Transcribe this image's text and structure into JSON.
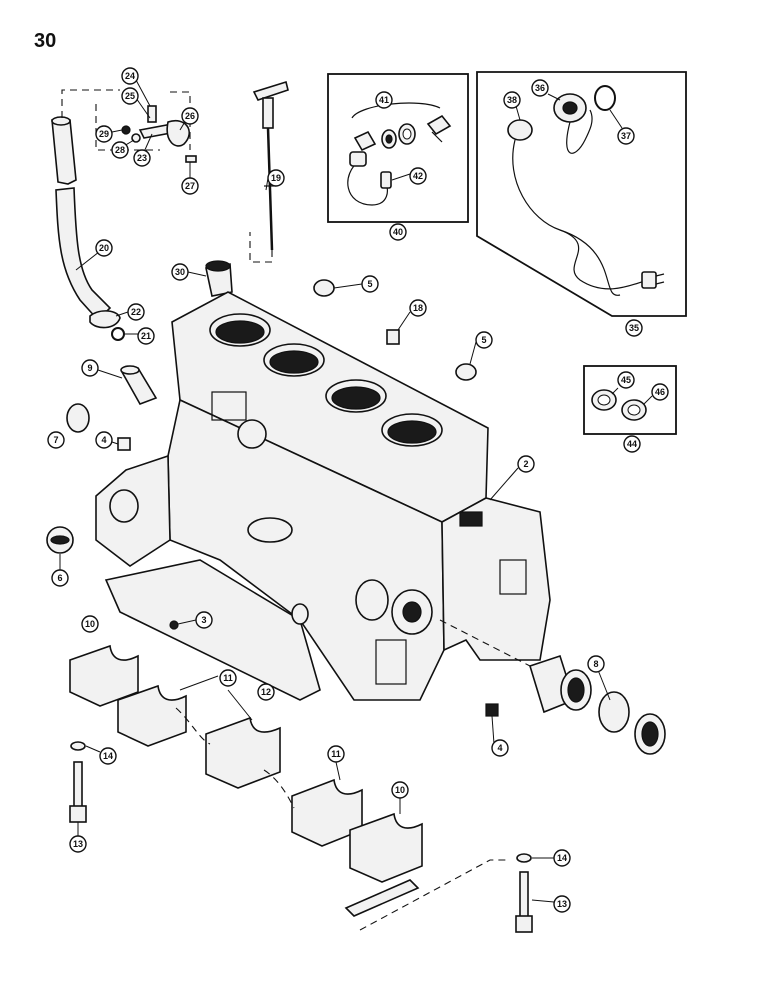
{
  "page": {
    "number": "30"
  },
  "callouts": [
    {
      "id": "c24",
      "label": "24"
    },
    {
      "id": "c25",
      "label": "25"
    },
    {
      "id": "c26",
      "label": "26"
    },
    {
      "id": "c29",
      "label": "29"
    },
    {
      "id": "c28",
      "label": "28"
    },
    {
      "id": "c23",
      "label": "23"
    },
    {
      "id": "c27",
      "label": "27"
    },
    {
      "id": "c19",
      "label": "19"
    },
    {
      "id": "c20",
      "label": "20"
    },
    {
      "id": "c22",
      "label": "22"
    },
    {
      "id": "c21",
      "label": "21"
    },
    {
      "id": "c30",
      "label": "30"
    },
    {
      "id": "c41",
      "label": "41"
    },
    {
      "id": "c42",
      "label": "42"
    },
    {
      "id": "c40",
      "label": "40"
    },
    {
      "id": "c38",
      "label": "38"
    },
    {
      "id": "c36",
      "label": "36"
    },
    {
      "id": "c37",
      "label": "37"
    },
    {
      "id": "c35",
      "label": "35"
    },
    {
      "id": "c5a",
      "label": "5"
    },
    {
      "id": "c18",
      "label": "18"
    },
    {
      "id": "c5b",
      "label": "5"
    },
    {
      "id": "c9",
      "label": "9"
    },
    {
      "id": "c7",
      "label": "7"
    },
    {
      "id": "c4a",
      "label": "4"
    },
    {
      "id": "c45",
      "label": "45"
    },
    {
      "id": "c46",
      "label": "46"
    },
    {
      "id": "c44",
      "label": "44"
    },
    {
      "id": "c2",
      "label": "2"
    },
    {
      "id": "c6",
      "label": "6"
    },
    {
      "id": "c3",
      "label": "3"
    },
    {
      "id": "c8",
      "label": "8"
    },
    {
      "id": "c10a",
      "label": "10"
    },
    {
      "id": "c11a",
      "label": "11"
    },
    {
      "id": "c12",
      "label": "12"
    },
    {
      "id": "c14a",
      "label": "14"
    },
    {
      "id": "c4b",
      "label": "4"
    },
    {
      "id": "c13a",
      "label": "13"
    },
    {
      "id": "c11b",
      "label": "11"
    },
    {
      "id": "c10b",
      "label": "10"
    },
    {
      "id": "c14b",
      "label": "14"
    },
    {
      "id": "c13b",
      "label": "13"
    }
  ]
}
